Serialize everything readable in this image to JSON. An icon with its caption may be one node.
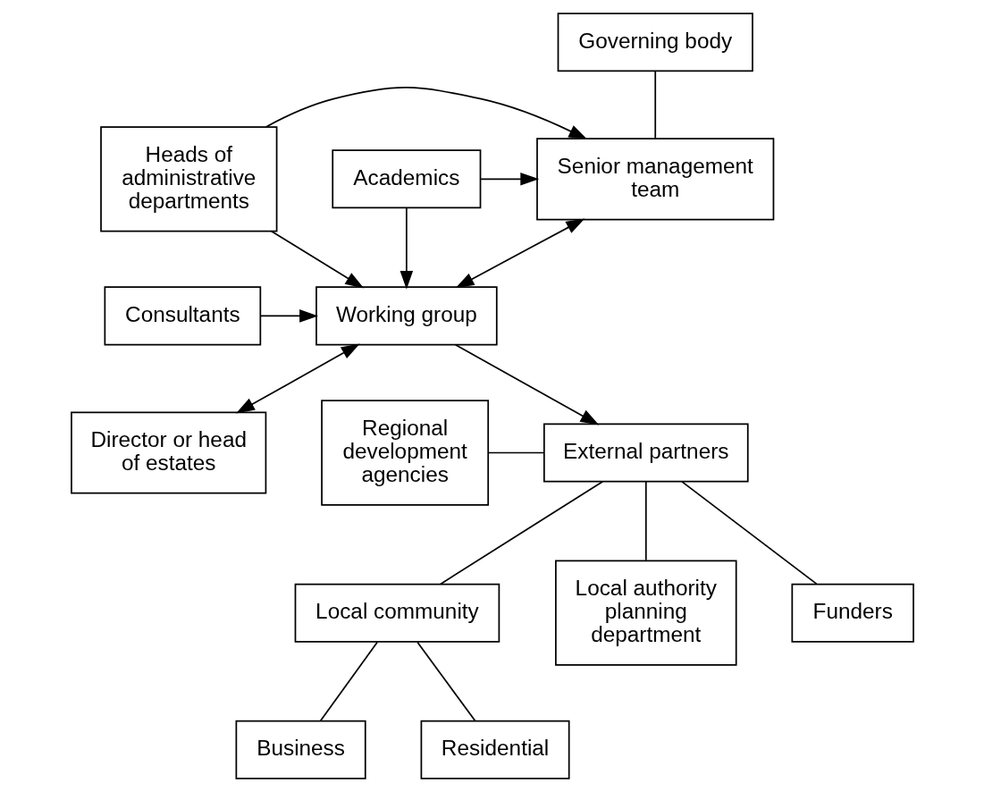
{
  "diagram": {
    "nodes": [
      {
        "text": [
          "Governing body"
        ]
      },
      {
        "text": [
          "Heads of administrative departments"
        ]
      },
      {
        "text": [
          "Senior management team"
        ]
      },
      {
        "text": [
          "Academics"
        ]
      },
      {
        "text": [
          "Working group"
        ]
      },
      {
        "text": [
          "Regional development agencies"
        ]
      },
      {
        "text": [
          "Consultants"
        ]
      },
      {
        "text": [
          "Director or head of estates"
        ]
      },
      {
        "text": [
          "External partners"
        ]
      },
      {
        "text": [
          "Local community"
        ]
      },
      {
        "text": [
          "Local authority planning department"
        ]
      },
      {
        "text": [
          "Funders"
        ]
      },
      {
        "text": [
          "Business"
        ]
      },
      {
        "text": [
          "Residential"
        ]
      }
    ],
    "edges": [
      {
        "from": 0,
        "to": 2,
        "arrow": "none"
      },
      {
        "from": 1,
        "to": 2,
        "arrow": "to"
      },
      {
        "from": 3,
        "to": 2,
        "arrow": "to"
      },
      {
        "from": 2,
        "to": 4,
        "arrow": "both"
      },
      {
        "from": 1,
        "to": 4,
        "arrow": "to"
      },
      {
        "from": 3,
        "to": 4,
        "arrow": "to"
      },
      {
        "from": 6,
        "to": 4,
        "arrow": "to"
      },
      {
        "from": 4,
        "to": 7,
        "arrow": "both"
      },
      {
        "from": 4,
        "to": 8,
        "arrow": "to"
      },
      {
        "from": 5,
        "to": 8,
        "arrow": "none"
      },
      {
        "from": 8,
        "to": 9,
        "arrow": "none"
      },
      {
        "from": 8,
        "to": 10,
        "arrow": "none"
      },
      {
        "from": 8,
        "to": 11,
        "arrow": "none"
      },
      {
        "from": 9,
        "to": 12,
        "arrow": "none"
      },
      {
        "from": 9,
        "to": 13,
        "arrow": "none"
      }
    ]
  }
}
